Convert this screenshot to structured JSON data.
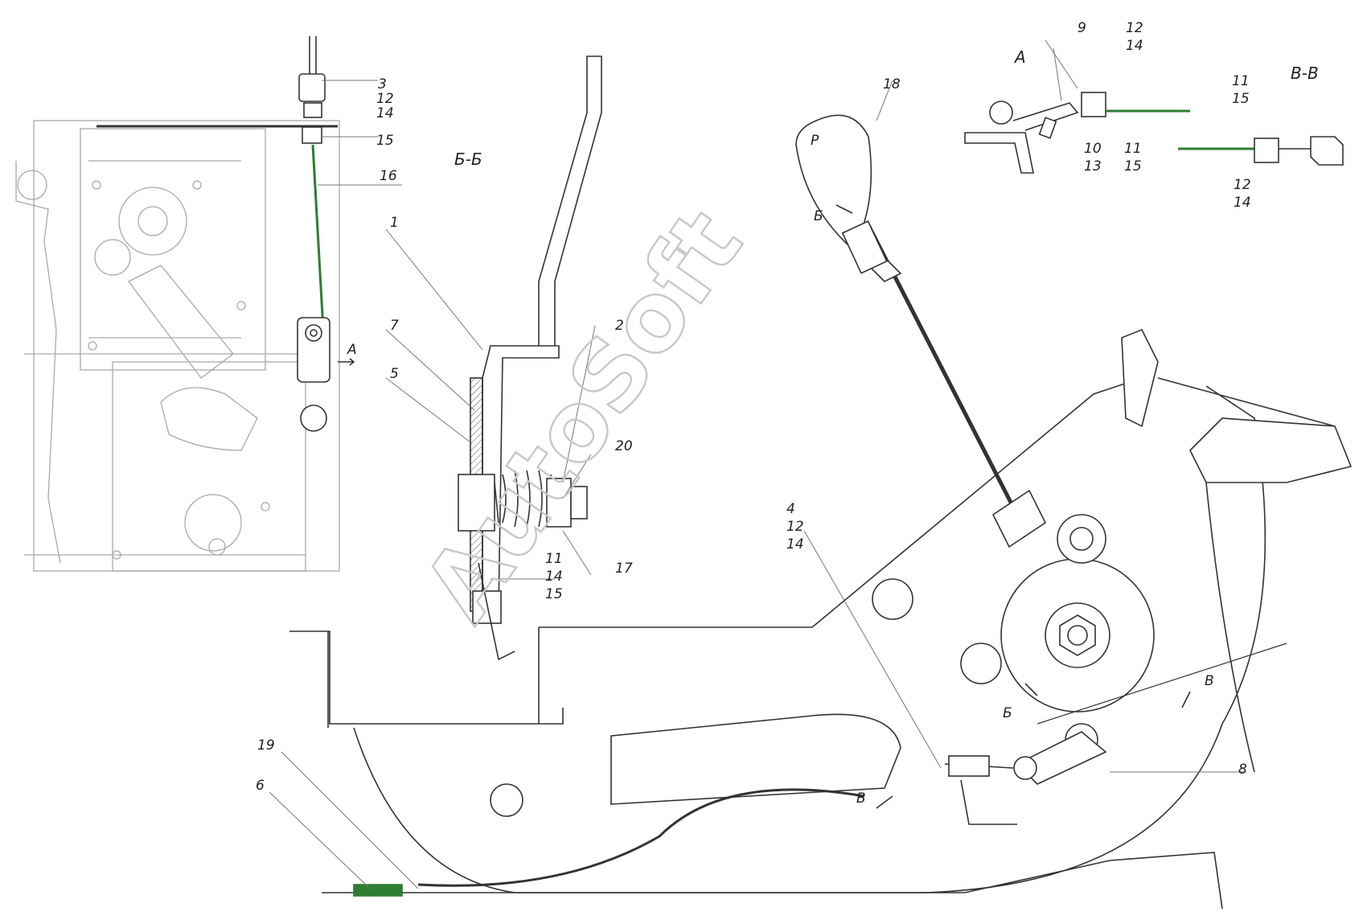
{
  "watermark": "AutoSoft",
  "section_labels": {
    "bb": "Б-Б",
    "vv": "В-В",
    "a_view": "А",
    "a_arrow": "А",
    "b_cut": "Б",
    "v_cut_1": "В",
    "v_cut_2": "В",
    "b_mark": "Б",
    "knob_letter": "Р"
  },
  "callouts": {
    "c1": "1",
    "c2": "2",
    "c3": "3",
    "c4": "4",
    "c5": "5",
    "c6": "6",
    "c7": "7",
    "c8": "8",
    "c9": "9",
    "c10": "10",
    "c11a": "11",
    "c11b": "11",
    "c11c": "11",
    "c12a": "12",
    "c12b": "12",
    "c12c": "12",
    "c12d": "12",
    "c13": "13",
    "c14a": "14",
    "c14b": "14",
    "c14c": "14",
    "c14d": "14",
    "c14e": "14",
    "c15a": "15",
    "c15b": "15",
    "c15c": "15",
    "c15d": "15",
    "c16": "16",
    "c17": "17",
    "c18": "18",
    "c19": "19",
    "c20": "20"
  },
  "colors": {
    "line": "#333333",
    "ghost": "#a9a9a9",
    "green": "#2e7d32"
  }
}
